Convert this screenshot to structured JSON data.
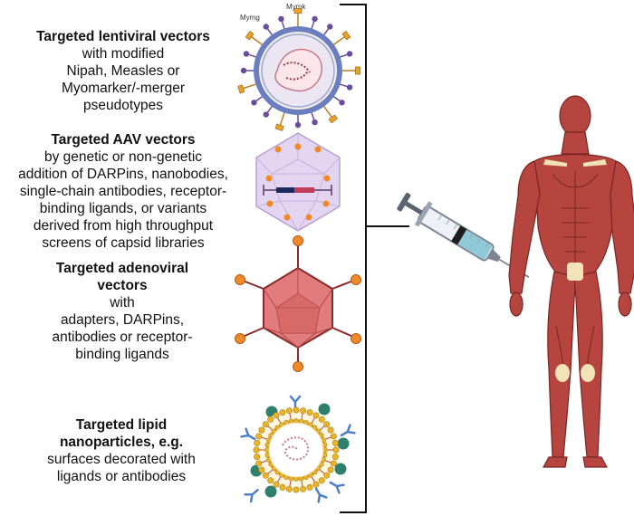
{
  "vectors": {
    "lentiviral": {
      "title": "Targeted lentiviral vectors",
      "body": "with modified\nNipah, Measles or\nMyomarker/-merger\npseudotypes",
      "label_mymg": "Mymg",
      "label_mymk": "Mymk"
    },
    "aav": {
      "title": "Targeted AAV vectors",
      "body": "by genetic or non-genetic\naddition of DARPins, nanobodies,\nsingle-chain antibodies, receptor-\nbinding ligands, or variants\nderived from high throughput\nscreens of capsid libraries"
    },
    "adenoviral": {
      "title": "Targeted adenoviral\nvectors",
      "body": "with\nadapters, DARPins,\nantibodies or receptor-\nbinding ligands"
    },
    "lnp": {
      "title": "Targeted lipid\nnanoparticles, e.g.",
      "body": "surfaces decorated with\nligands or antibodies"
    }
  },
  "colors": {
    "lenti_envelope": "#6b7fc0",
    "lenti_spike": "#e8a32a",
    "lenti_knob": "#6a4c9c",
    "aav_capsid": "#d9c6ea",
    "aav_dot": "#ee8a2a",
    "adeno_capsid": "#d9686a",
    "adeno_fiber": "#8a2a2a",
    "lnp_lipid": "#e8b52a",
    "lnp_ligand": "#2e7f6c",
    "lnp_antibody": "#4d7fc7",
    "muscle": "#b5453e",
    "bracket": "#111111"
  },
  "icons": [
    "lentivirus-icon",
    "aav-capsid-icon",
    "adenovirus-icon",
    "lipid-nanoparticle-icon",
    "syringe-icon",
    "human-musculature-icon"
  ]
}
